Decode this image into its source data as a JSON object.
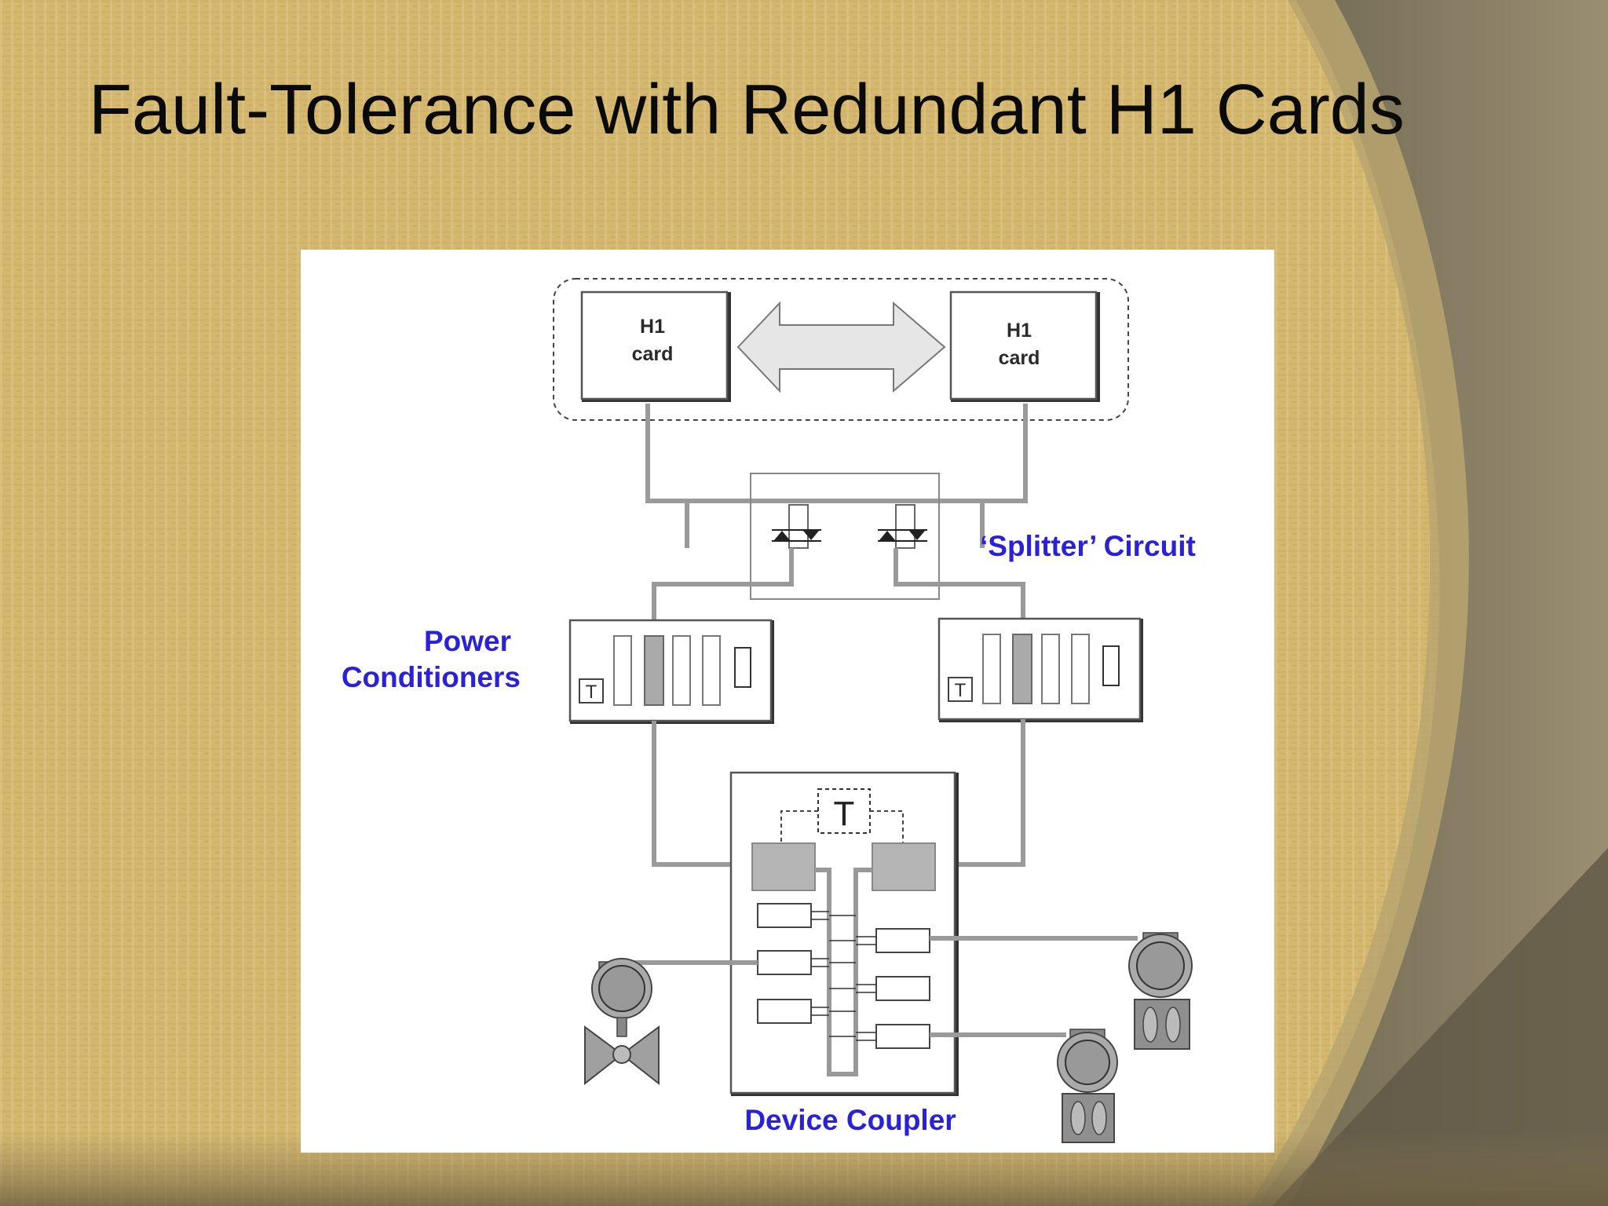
{
  "slide": {
    "title": "Fault-Tolerance with Redundant H1 Cards"
  },
  "diagram": {
    "h1_card_left": {
      "line1": "H1",
      "line2": "card"
    },
    "h1_card_right": {
      "line1": "H1",
      "line2": "card"
    },
    "splitter_label": "‘Splitter’ Circuit",
    "power_conditioners_label": {
      "line1": "Power",
      "line2": "Conditioners"
    },
    "terminator_mark": "T",
    "device_coupler_label": "Device Coupler"
  },
  "colors": {
    "label_blue": "#2b22d6",
    "wire_gray": "#9a9a9a",
    "background_tan": "#d2b46c"
  }
}
